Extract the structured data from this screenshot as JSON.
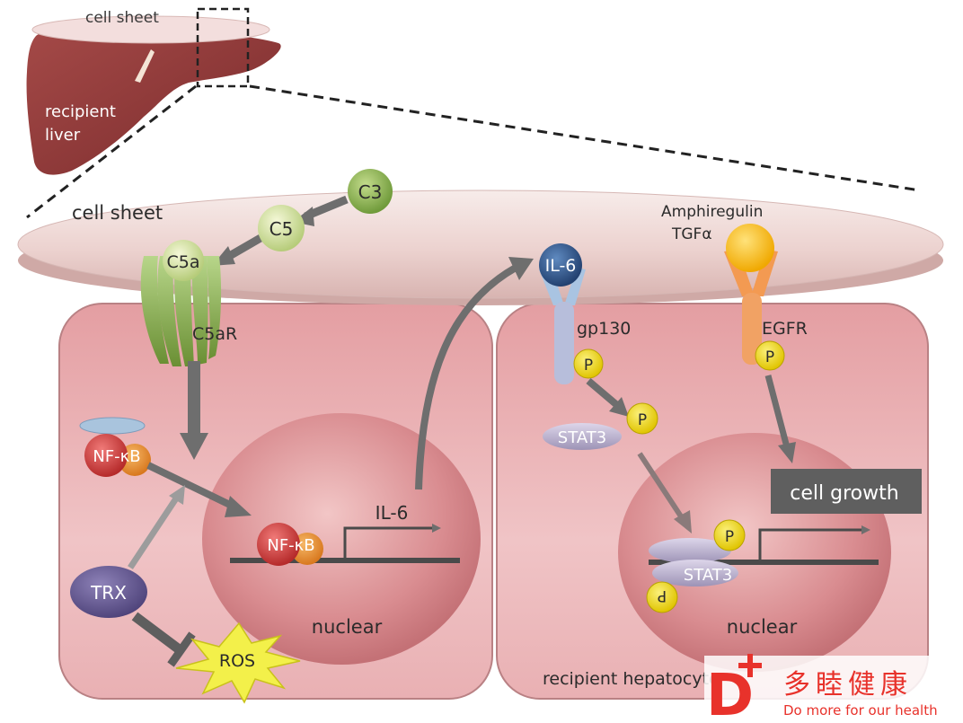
{
  "inset": {
    "sheet_label": "cell sheet",
    "liver_label_line1": "recipient",
    "liver_label_line2": "liver"
  },
  "main": {
    "sheet_label": "cell sheet",
    "c3": "C3",
    "c5": "C5",
    "c5a": "C5a",
    "c5ar": "C5aR",
    "nfkb_cytoplasm": "NF-κB",
    "nfkb_nucleus": "NF-κB",
    "il6_gene": "IL-6",
    "trx": "TRX",
    "ros": "ROS",
    "nuclear_left": "nuclear",
    "il6_ligand": "IL-6",
    "gp130": "gp130",
    "p_gp130": "P",
    "stat3_cyto": "STAT3",
    "p_stat3_cyto": "P",
    "amphiregulin": "Amphiregulin",
    "tgfa": "TGFα",
    "egfr": "EGFR",
    "p_egfr": "P",
    "cell_growth": "cell growth",
    "stat3_nuc": "STAT3",
    "p_stat3_nuc_top": "P",
    "p_stat3_nuc_bottom": "P",
    "nuclear_right": "nuclear",
    "recipient_hepatocyte": "recipient hepatocyte"
  },
  "watermark": {
    "logo_letter": "D",
    "brand_cn": "多睦健康",
    "slogan": "Do more for our health"
  },
  "colors": {
    "cell_fill": "#e8a9ac",
    "sheet_fill": "#f1dcd9",
    "arrow_gray": "#6e6e6e",
    "brand_red": "#e8322b"
  }
}
